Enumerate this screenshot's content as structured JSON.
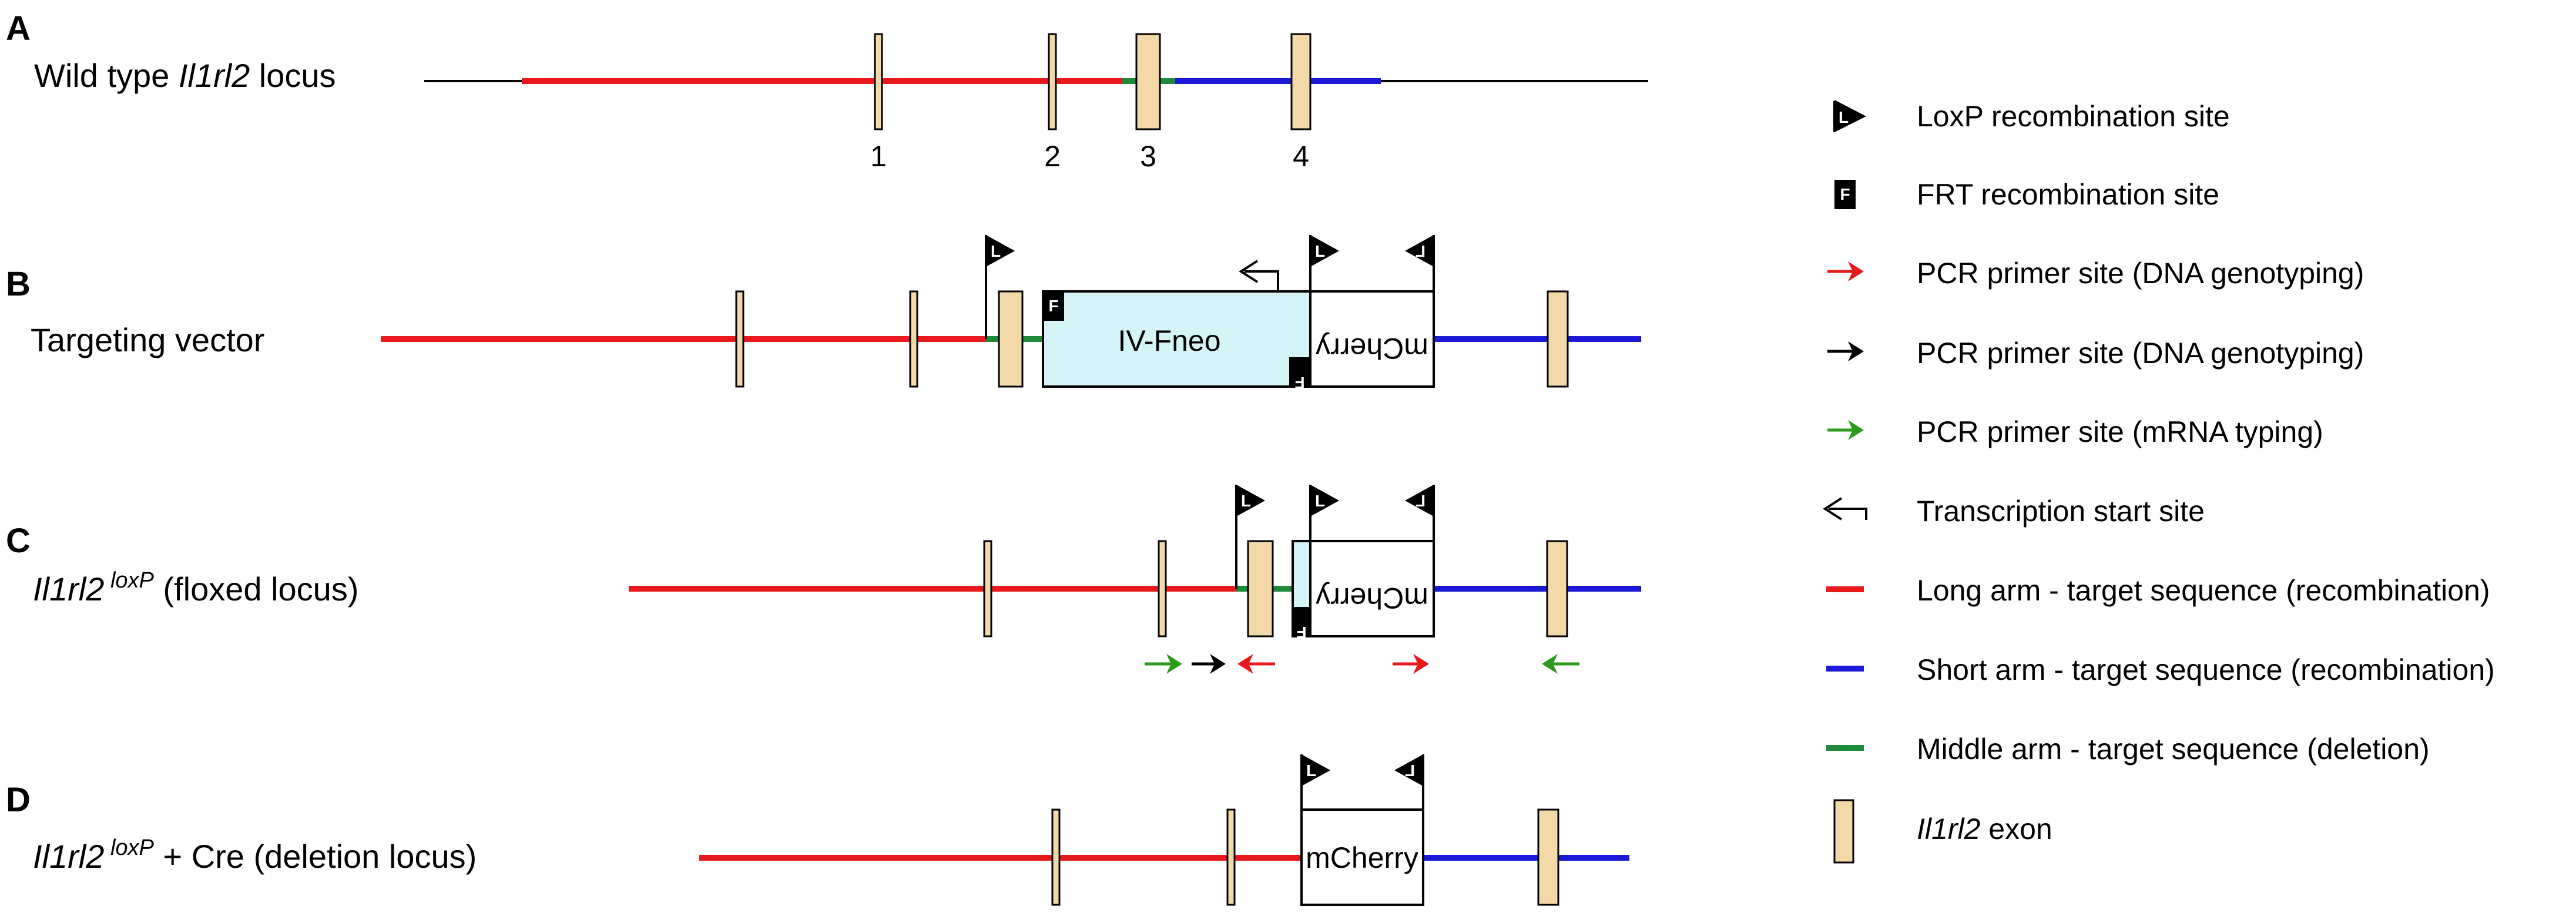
{
  "colors": {
    "long_arm": "#e8191c",
    "short_arm": "#1a1ad6",
    "middle_arm": "#1e8a3a",
    "exon_fill": "#f4d9a8",
    "neo_fill": "#d4f4f8",
    "primer_red": "#e8191c",
    "primer_black": "#000000",
    "primer_green": "#2a9a1a",
    "mcherry_deleted_text": "#e8191c"
  },
  "panels": {
    "a": {
      "letter": "A",
      "label_pre": "Wild type ",
      "label_italic": "Il1rl2",
      "label_post": " locus"
    },
    "b": {
      "letter": "B",
      "label": "Targeting vector"
    },
    "c": {
      "letter": "C",
      "label_italic": "Il1rl2",
      "label_sup": " loxP",
      "label_post": " (floxed locus)"
    },
    "d": {
      "letter": "D",
      "label_italic": "Il1rl2",
      "label_sup": " loxP",
      "label_post": " + Cre (deletion locus)"
    }
  },
  "exon_numbers": [
    "1",
    "2",
    "3",
    "4"
  ],
  "boxes": {
    "neo": "IV-Fneo",
    "mcherry": "mCherry"
  },
  "flag_letters": {
    "loxp": "L",
    "frt": "F"
  },
  "legend": {
    "loxp": "LoxP recombination site",
    "frt": "FRT recombination site",
    "primer_red": "PCR primer site (DNA genotyping)",
    "primer_black": "PCR primer site (DNA genotyping)",
    "primer_green": "PCR primer site (mRNA typing)",
    "tss": "Transcription start site",
    "long_arm": "Long arm - target sequence (recombination)",
    "short_arm": "Short arm - target sequence (recombination)",
    "middle_arm": "Middle arm - target sequence (deletion)",
    "exon_italic": "Il1rl2",
    "exon_post": " exon"
  }
}
